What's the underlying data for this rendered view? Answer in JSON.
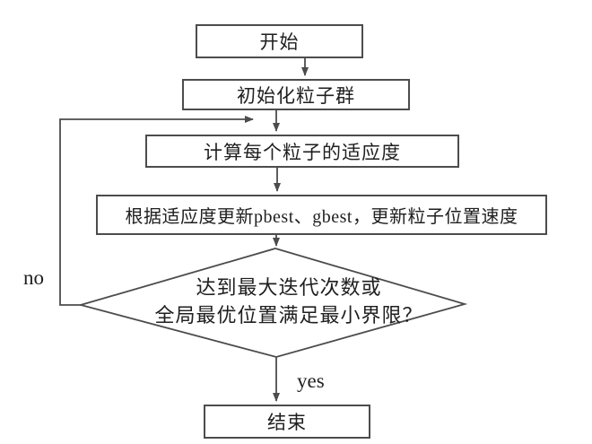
{
  "diagram": {
    "type": "flowchart",
    "background_color": "#ffffff",
    "line_color": "#4c4c4c",
    "text_color": "#1f1f1f",
    "nodes": {
      "start": "开始",
      "init": "初始化粒子群",
      "fitness": "计算每个粒子的适应度",
      "update": "根据适应度更新pbest、gbest，更新粒子位置速度",
      "decision_line1": "达到最大迭代次数或",
      "decision_line2": "全局最优位置满足最小界限？",
      "end": "结束"
    },
    "edge_labels": {
      "no": "no",
      "yes": "yes"
    }
  }
}
